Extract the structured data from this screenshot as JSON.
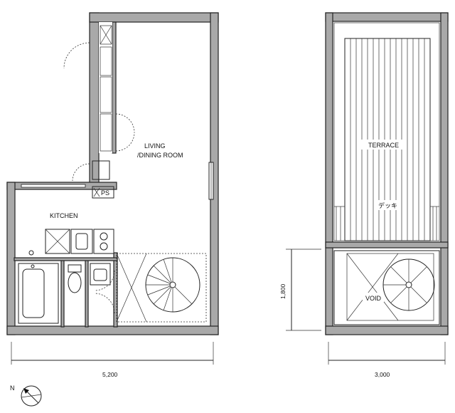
{
  "rooms": {
    "living_line1": "LIVING",
    "living_line2": "/DINING ROOM",
    "kitchen": "KITCHEN",
    "terrace": "TERRACE",
    "deck": "デッキ",
    "void": "VOID",
    "ps": "PS"
  },
  "dimensions": {
    "first_floor_width": "5,200",
    "roof_width": "3,000",
    "void_depth": "1,800"
  },
  "compass": {
    "north": "N"
  },
  "colors": {
    "wall": "#a9a9a9",
    "line": "#222222"
  }
}
